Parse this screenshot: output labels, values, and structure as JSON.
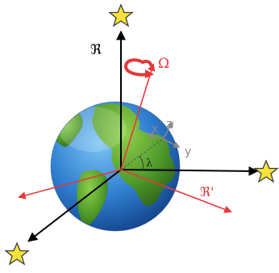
{
  "labels": {
    "frame_main": "ℜ",
    "omega": "Ω",
    "frame_rotating": "ℜ'",
    "local_x": "x",
    "local_y": "y",
    "local_z": "z",
    "latitude": "λ"
  },
  "colors": {
    "inertial_axes": "#000000",
    "rotating_axes": "#e5383b",
    "local_axes": "#8a8a8a",
    "star_fill": "#f7e43a",
    "star_stroke": "#3a3a3a",
    "ocean": "#2f7fd0",
    "land": "#5a9a2c"
  },
  "icons": [
    "star-icon",
    "earth-globe-icon",
    "rotation-arrow-icon"
  ]
}
